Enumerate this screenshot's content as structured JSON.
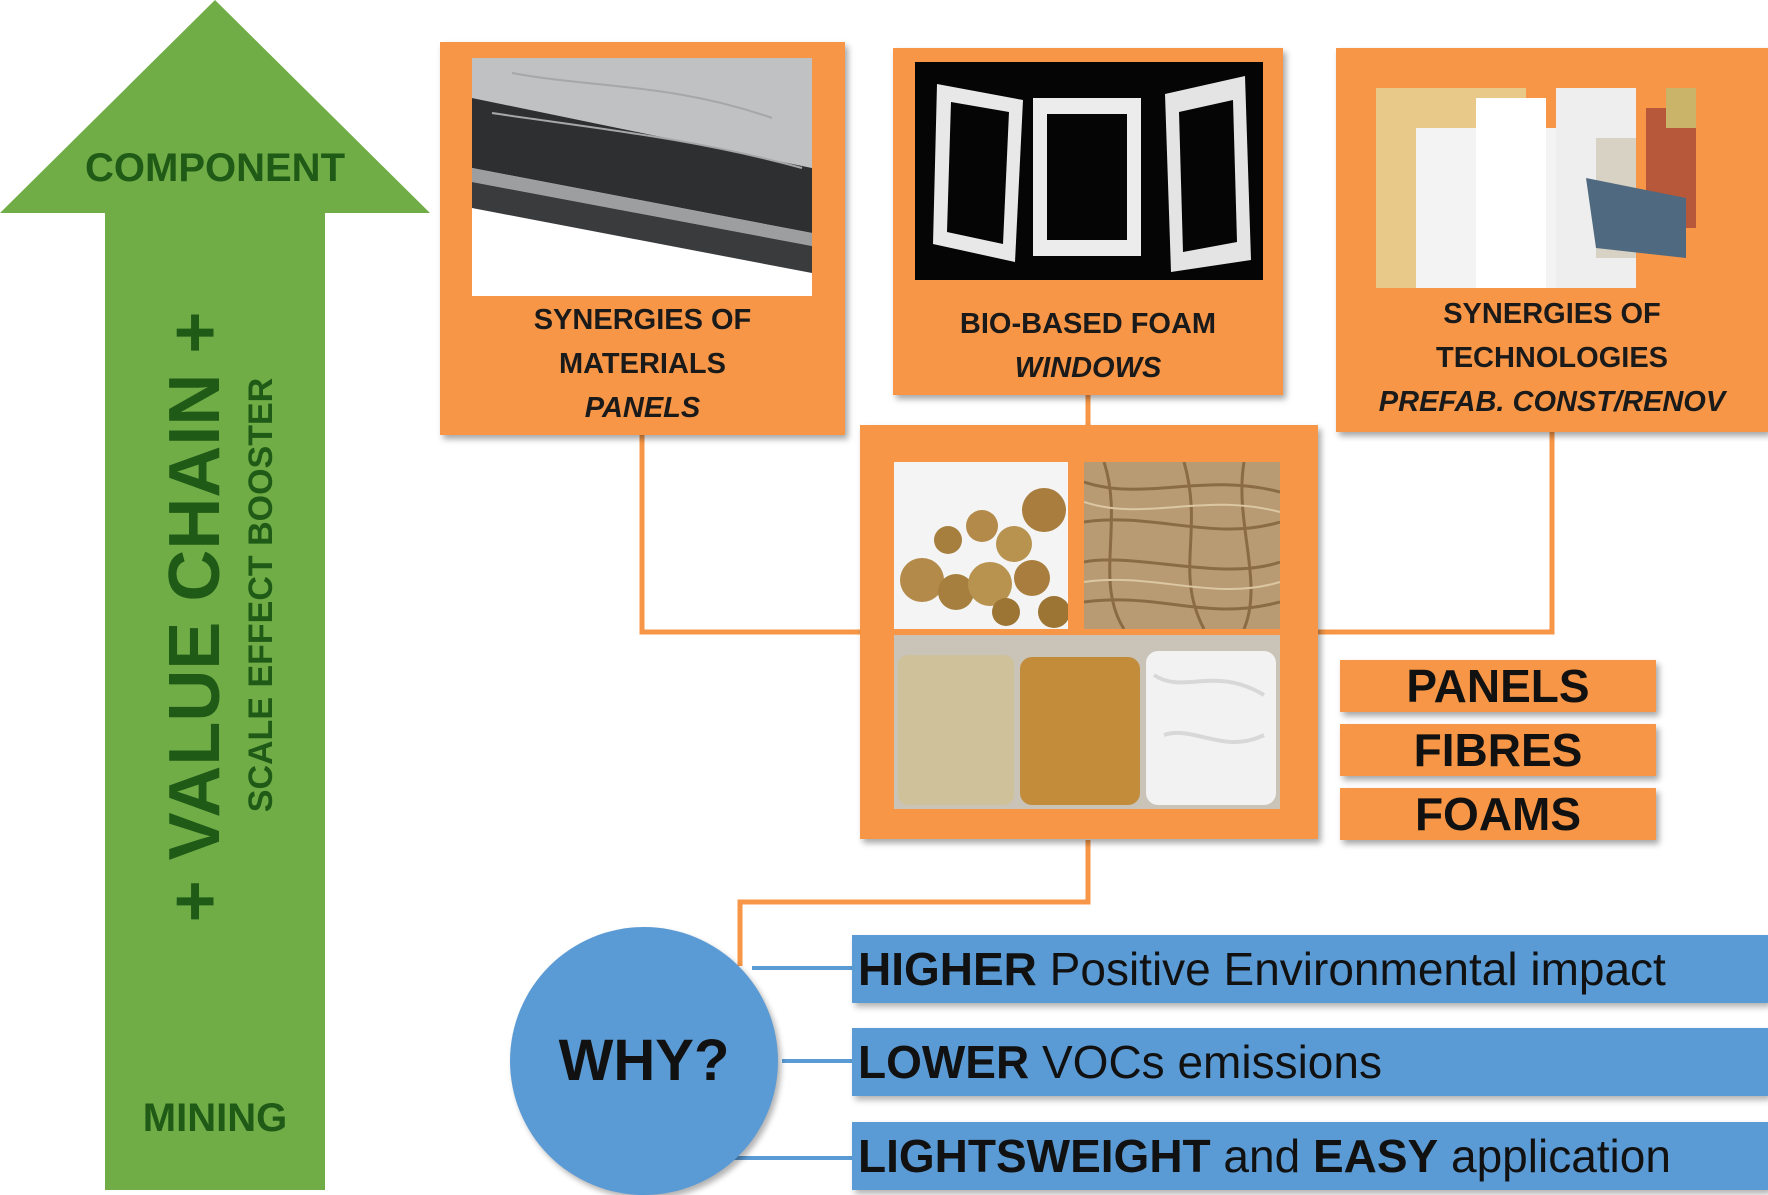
{
  "value_chain": {
    "top_level": "COMPONENT",
    "bottom_level": "MINING",
    "title": "+ VALUE CHAIN +",
    "subtitle": "SCALE EFFECT BOOSTER",
    "arrow_color": "#70ad47",
    "text_color": "#1f5a16"
  },
  "products": [
    {
      "line1": "SYNERGIES OF",
      "line2": "MATERIALS",
      "line3": "PANELS",
      "image": "insulation-panel-photo"
    },
    {
      "line1": "BIO-BASED FOAM",
      "line2": "WINDOWS",
      "image": "window-frames-photo"
    },
    {
      "line1": "SYNERGIES OF",
      "line2": "TECHNOLOGIES",
      "line3": "PREFAB. CONST/RENOV",
      "image": "prefab-wall-photo"
    }
  ],
  "materials": {
    "images": [
      "seed-pods-photo",
      "plant-fibre-photo",
      "foam-blocks-photo"
    ],
    "tags": [
      "PANELS",
      "FIBRES",
      "FOAMS"
    ]
  },
  "why": {
    "label": "WHY?",
    "reasons": [
      {
        "strong": "HIGHER",
        "rest": " Positive Environmental impact"
      },
      {
        "strong": "LOWER",
        "rest": " VOCs emissions"
      },
      {
        "strong": "LIGHTSWEIGHT",
        "middle": " and ",
        "strong2": "EASY",
        "rest": " application"
      }
    ]
  },
  "colors": {
    "orange": "#f79646",
    "blue": "#5b9bd5",
    "green": "#70ad47"
  }
}
